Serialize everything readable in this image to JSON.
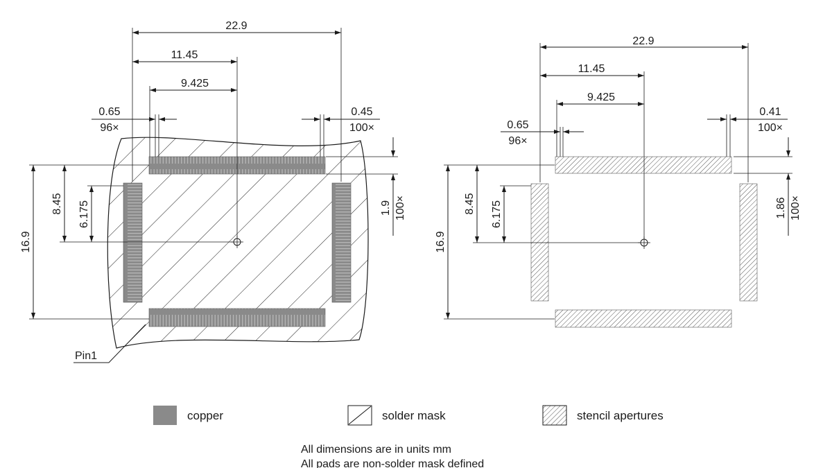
{
  "left_drawing": {
    "width_total": "22.9",
    "half_width": "11.45",
    "pad_offset_x": "9.425",
    "pitch_top_left": "0.65",
    "count_top_left": "96×",
    "pad_width_top_right": "0.45",
    "count_top_right": "100×",
    "height_total": "16.9",
    "half_height": "8.45",
    "pad_offset_y": "6.175",
    "pad_length": "1.9",
    "pad_length_count": "100×",
    "pin1_label": "Pin1"
  },
  "right_drawing": {
    "width_total": "22.9",
    "half_width": "11.45",
    "pad_offset_x": "9.425",
    "pitch_top_left": "0.65",
    "count_top_left": "96×",
    "aperture_width_top_right": "0.41",
    "count_top_right": "100×",
    "height_total": "16.9",
    "half_height": "8.45",
    "pad_offset_y": "6.175",
    "aperture_length": "1.86",
    "aperture_length_count": "100×"
  },
  "legend": [
    {
      "label": "copper"
    },
    {
      "label": "solder mask"
    },
    {
      "label": "stencil apertures"
    }
  ],
  "notes": [
    "All dimensions are in units mm",
    "All pads are non-solder mask defined"
  ],
  "colors": {
    "copper": "#8a8a8a",
    "line": "#1a1a1a"
  }
}
